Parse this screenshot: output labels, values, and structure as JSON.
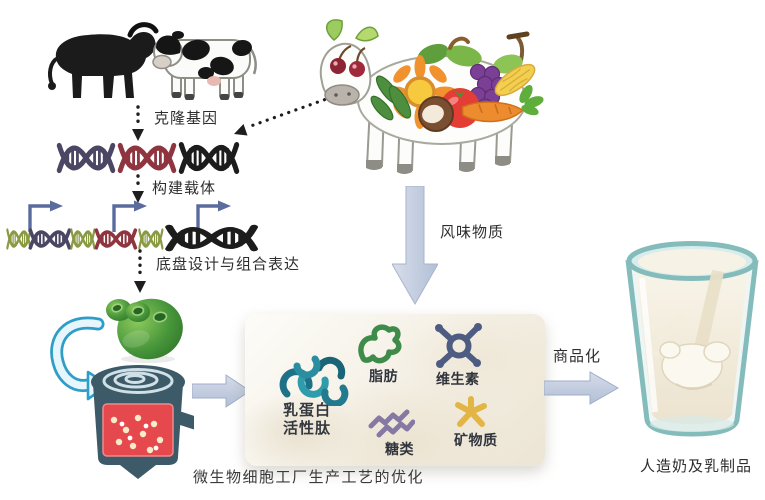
{
  "figure": {
    "pipeline_left": {
      "clone_gene_label": "克隆基因",
      "construct_vector_label": "构建载体",
      "chassis_label": "底盘设计与组合表达"
    },
    "flavor_arrow_label": "风味物质",
    "panel": {
      "protein_label_line1": "乳蛋白",
      "protein_label_line2": "活性肽",
      "fat_label": "脂肪",
      "vitamin_label": "维生素",
      "sugar_label": "糖类",
      "mineral_label": "矿物质"
    },
    "caption": "微生物细胞工厂生产工艺的优化",
    "commercialization_label": "商品化",
    "product_label": "人造奶及乳制品"
  },
  "colors": {
    "arrow_fill_light": "#d4dbe9",
    "arrow_fill_dark": "#b4c1d7",
    "dna_purple": "#4a4663",
    "dna_red": "#8f3540",
    "dna_black": "#1c1c1c",
    "dna_green": "#8a9a42",
    "promoter_blue": "#5a6b9e",
    "protein_teal": "#26869b",
    "fat_green": "#3e8b4a",
    "vitamin_slate": "#4e5c82",
    "sugar_purple": "#8579a4",
    "mineral_gold": "#e2b545",
    "fermenter_body": "#3c5a68",
    "fermenter_liquid": "#e6494d",
    "recycle_cyan": "#2e9ec9",
    "yeast_green": "#3e8f33",
    "glass_teal": "#84bcbc",
    "milk_ivory": "#f2eee1",
    "dotted_arrow_black": "#1e1e1e"
  },
  "icons": {
    "buffalo-icon": "black water-buffalo silhouette",
    "dairy-cow-icon": "holstein cow with black patches",
    "dna-helix-icon": "double helix strand",
    "gene-construct-icon": "promoter arrows over dna chain",
    "yeast-cell-icon": "green budding yeast cell",
    "recycle-arrow-icon": "cyan curved passage arrow",
    "fermenter-icon": "bioreactor pot with red broth",
    "produce-cow-icon": "cow made of fruits and vegetables",
    "milk-glass-icon": "glass of pouring milk"
  }
}
